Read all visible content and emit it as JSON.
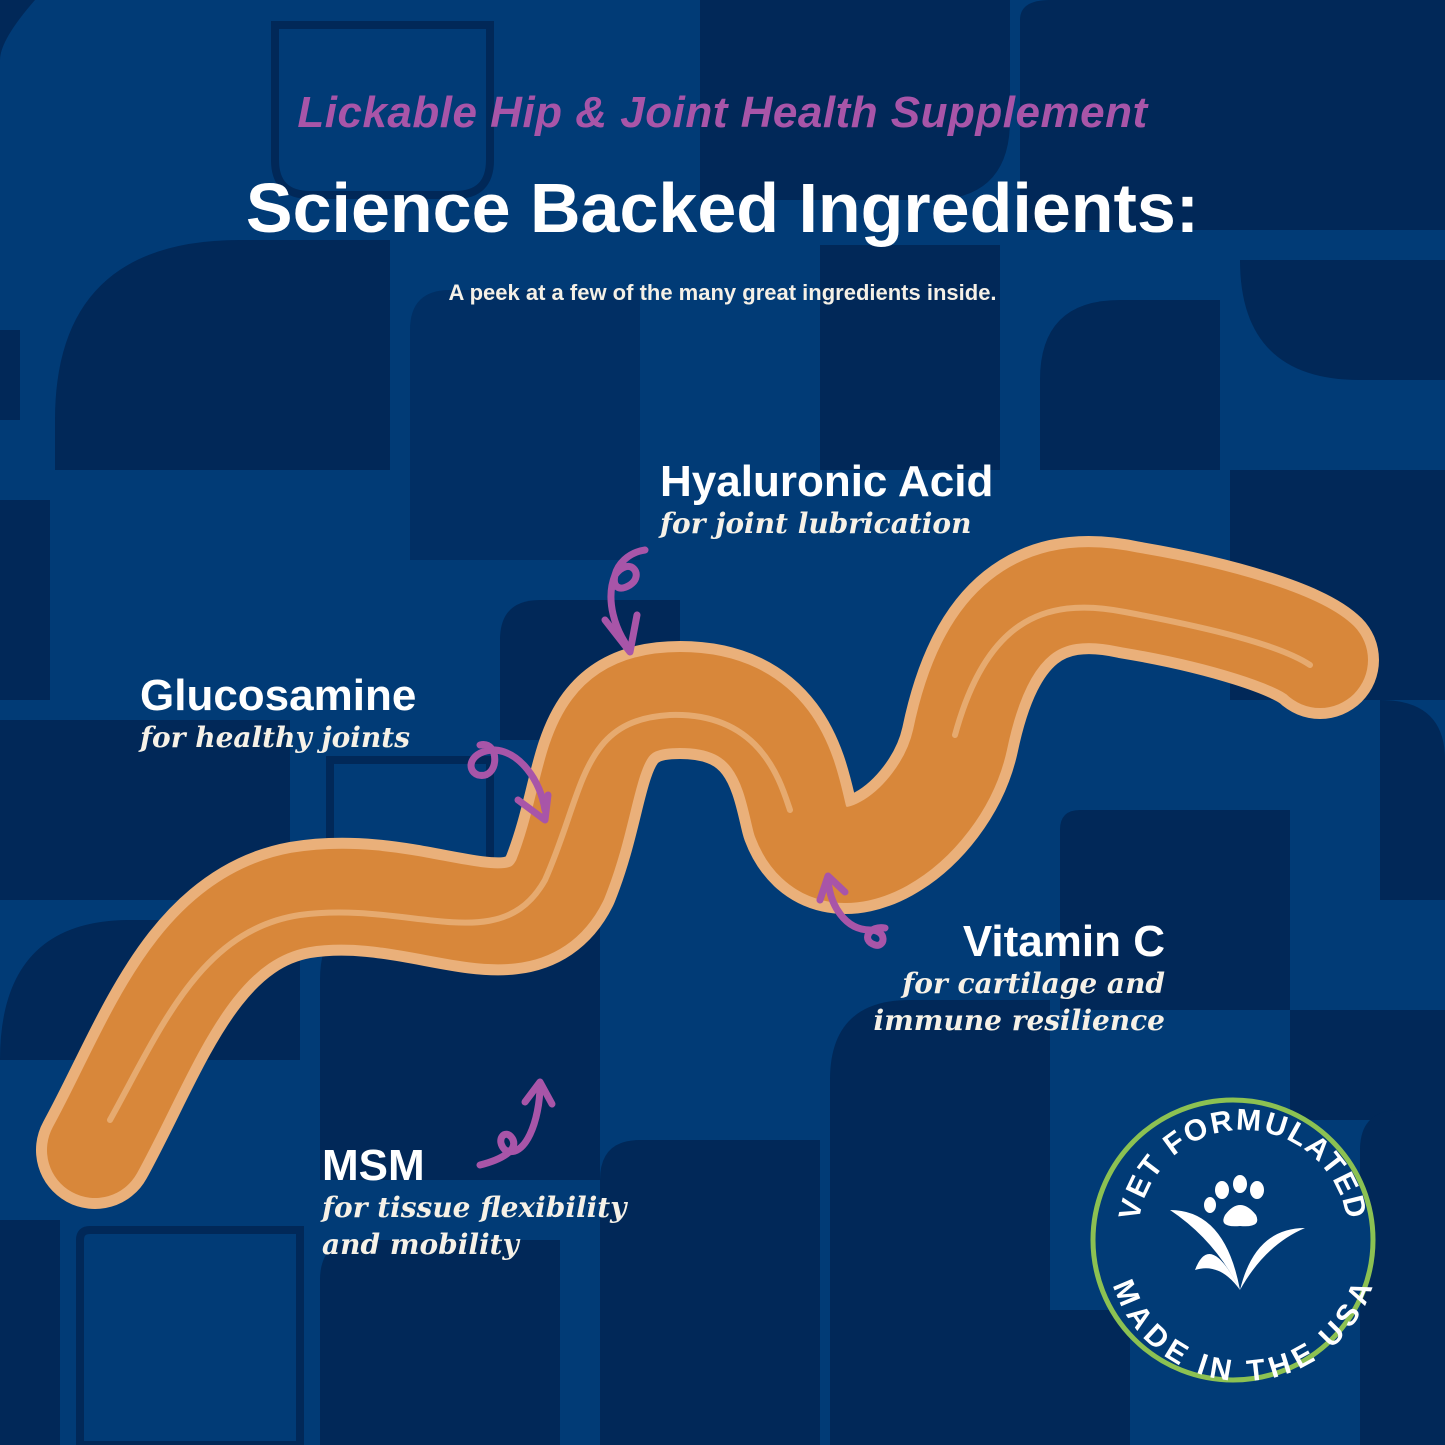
{
  "header": {
    "tagline": "Lickable Hip & Joint Health Supplement",
    "title": "Science Backed Ingredients:",
    "subtitle": "A peek at a few of the many great ingredients inside."
  },
  "ingredients": [
    {
      "name": "Hyaluronic Acid",
      "description": "for joint lubrication"
    },
    {
      "name": "Glucosamine",
      "description": "for healthy joints"
    },
    {
      "name": "Vitamin C",
      "description_line1": "for cartilage and",
      "description_line2": "immune resilience"
    },
    {
      "name": "MSM",
      "description_line1": "for tissue flexibility",
      "description_line2": "and mobility"
    }
  ],
  "badge": {
    "top_text": "VET FORMULATED",
    "bottom_text": "MADE IN THE USA",
    "icon": "paw-grass-icon"
  },
  "colors": {
    "background": "#013b76",
    "background_shapes": "#012858",
    "accent_purple": "#a855a8",
    "gel_orange": "#d8873a",
    "gel_edge": "#eab07a",
    "badge_ring": "#8cc152",
    "text_white": "#ffffff"
  }
}
